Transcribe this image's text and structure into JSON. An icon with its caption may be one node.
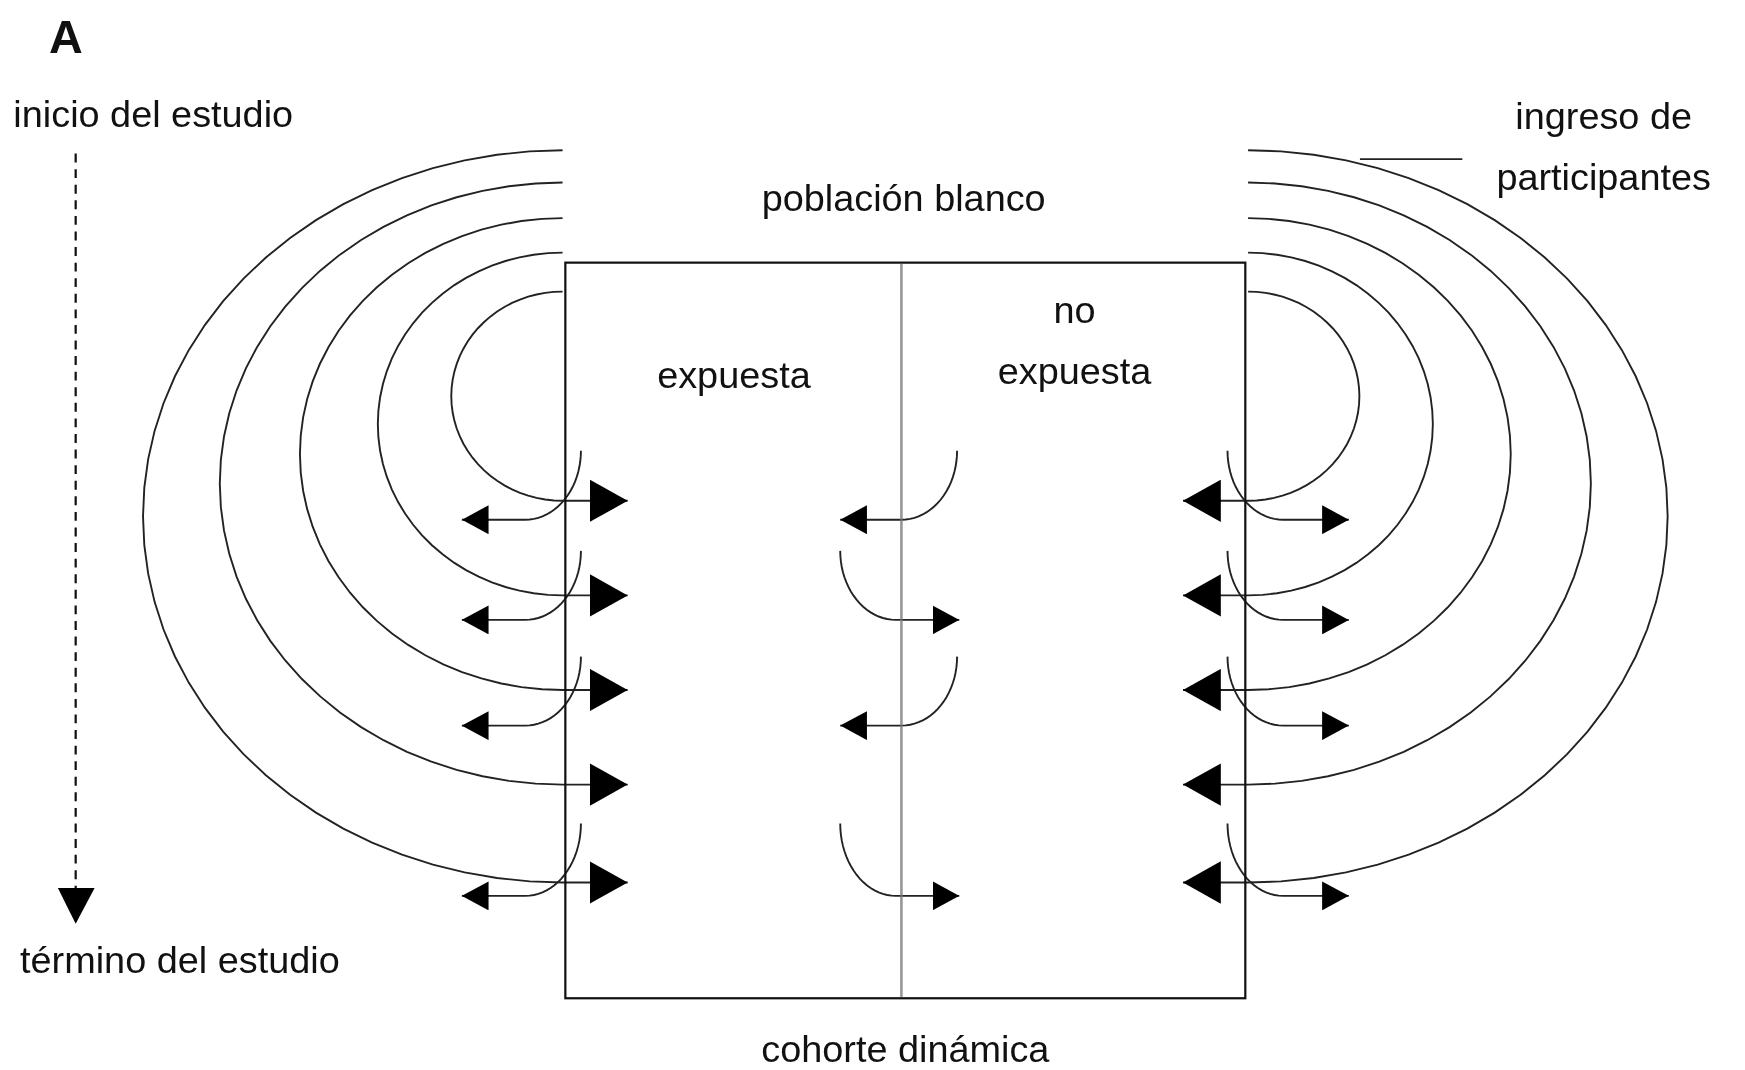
{
  "diagram": {
    "nodes": [
      {
        "text": [],
        "shape": "box",
        "beside": [
          "cohorte dinámica"
        ]
      },
      {
        "text": [
          "expuesta"
        ],
        "in": 0
      },
      {
        "text": [
          "no expuesta"
        ],
        "in": 0
      },
      {
        "text": [
          "ingreso de participantes"
        ]
      }
    ],
    "edges": [
      {
        "from": null,
        "to": 1,
        "arrow": "to"
      },
      {
        "from": null,
        "to": 1,
        "arrow": "to"
      },
      {
        "from": null,
        "to": 1,
        "arrow": "to"
      },
      {
        "from": null,
        "to": 1,
        "arrow": "to"
      },
      {
        "from": null,
        "to": 1,
        "arrow": "to"
      },
      {
        "from": null,
        "to": 2,
        "arrow": "to"
      },
      {
        "from": null,
        "to": 2,
        "arrow": "to"
      },
      {
        "from": null,
        "to": 2,
        "arrow": "to"
      },
      {
        "from": null,
        "to": 2,
        "arrow": "to"
      },
      {
        "from": null,
        "to": 2,
        "arrow": "to"
      },
      {
        "from": 1,
        "to": null,
        "arrow": "to"
      },
      {
        "from": 1,
        "to": null,
        "arrow": "to"
      },
      {
        "from": 1,
        "to": null,
        "arrow": "to"
      },
      {
        "from": 1,
        "to": null,
        "arrow": "to"
      },
      {
        "from": 2,
        "to": null,
        "arrow": "to"
      },
      {
        "from": 2,
        "to": null,
        "arrow": "to"
      },
      {
        "from": 2,
        "to": null,
        "arrow": "to"
      },
      {
        "from": 2,
        "to": null,
        "arrow": "to"
      },
      {
        "from": 2,
        "to": 1,
        "arrow": "to"
      },
      {
        "from": 1,
        "to": 2,
        "arrow": "to"
      },
      {
        "from": 2,
        "to": 1,
        "arrow": "to"
      },
      {
        "from": 1,
        "to": 2,
        "arrow": "to"
      },
      {
        "from": 3,
        "to": null,
        "arrow": "none"
      }
    ],
    "labels": [
      "A",
      "inicio del estudio",
      "población blanco",
      "término del estudio"
    ]
  }
}
